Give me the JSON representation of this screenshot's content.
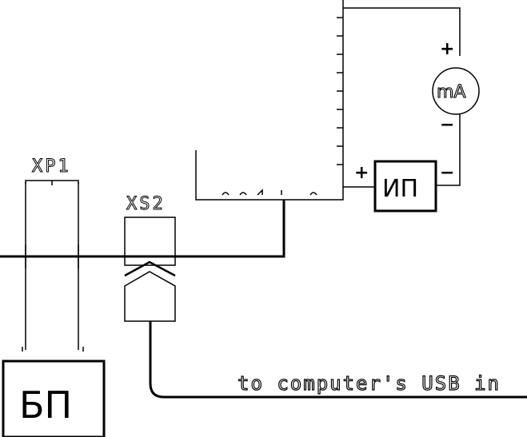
{
  "labels": {
    "xp1": "XP1",
    "xs2": "XS2",
    "power_supply": "БП",
    "current_source": "ИП",
    "milliammeter": "mA",
    "plus_sign": "+",
    "minus_sign": "−",
    "usb_note": "to computer's USB in"
  }
}
